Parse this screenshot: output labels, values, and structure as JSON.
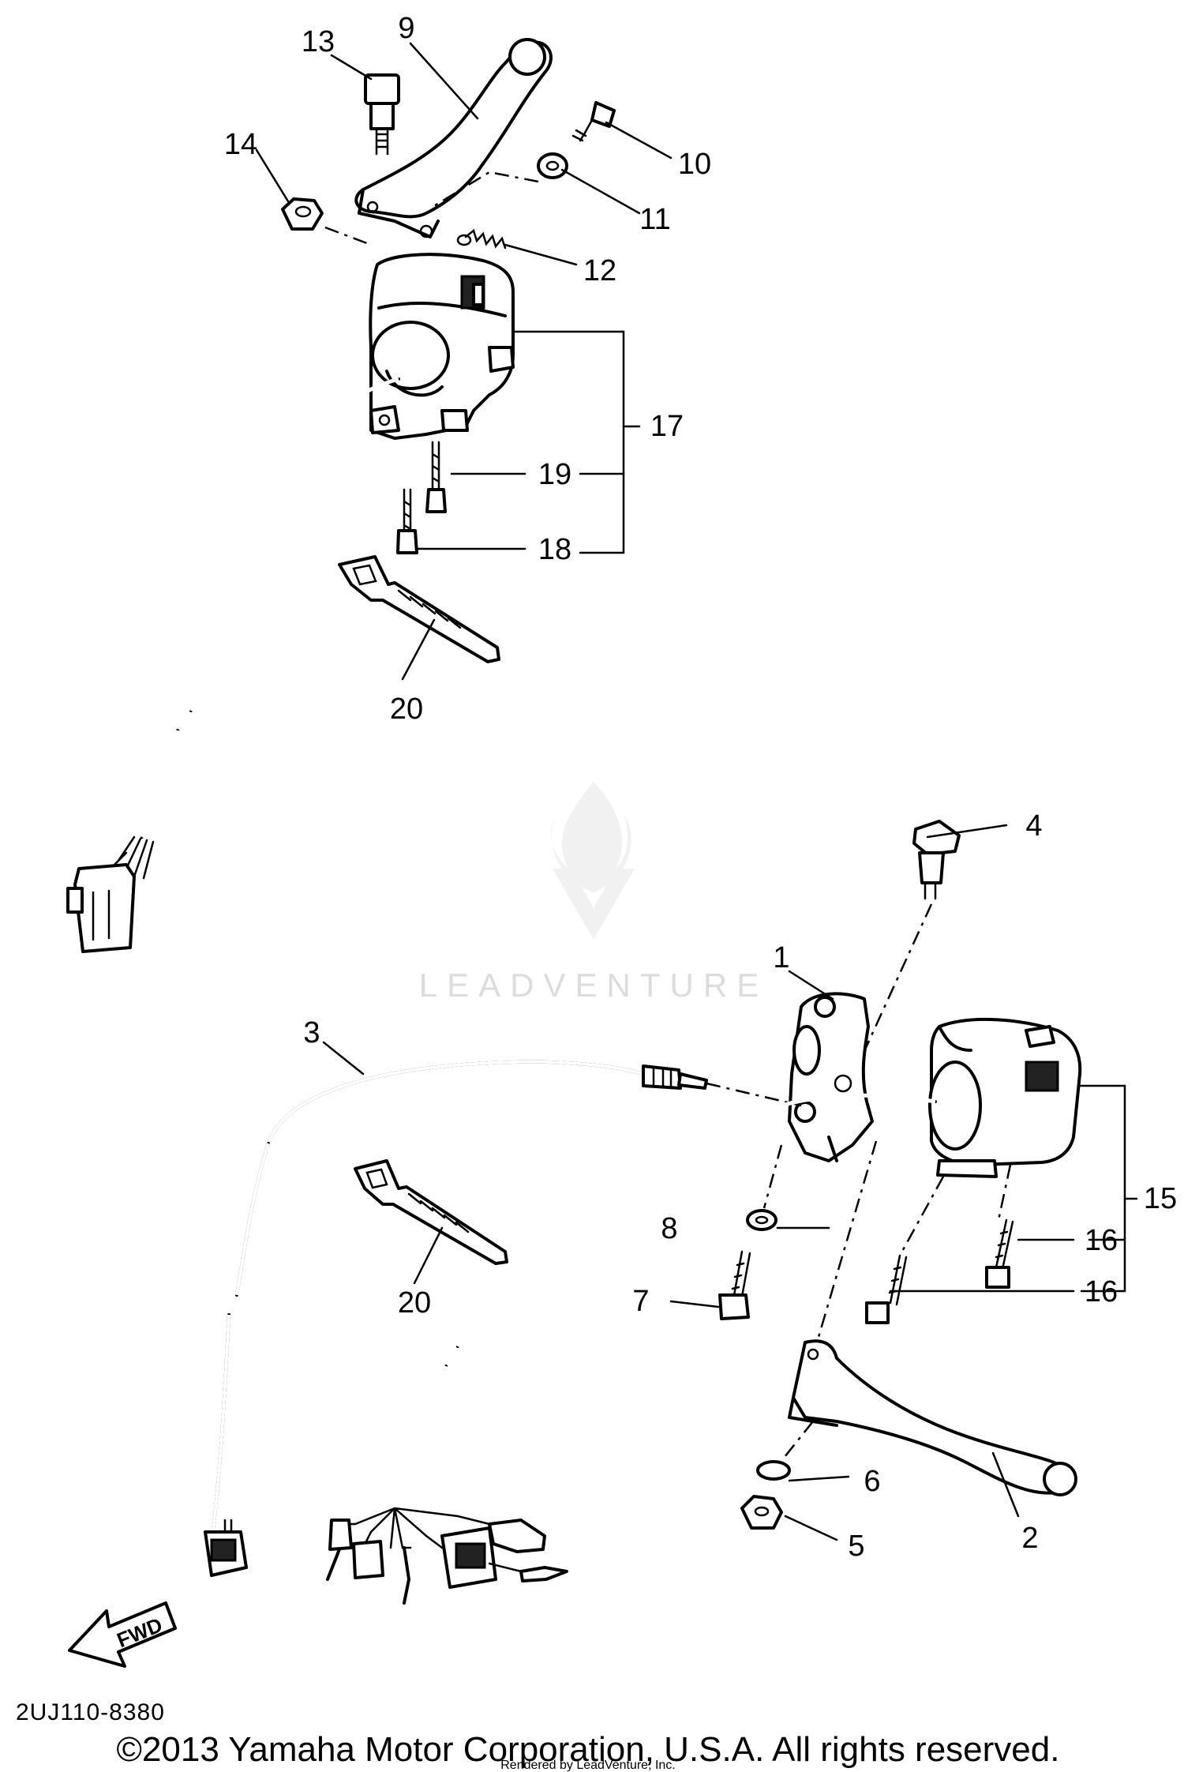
{
  "callouts": {
    "c1": "1",
    "c2": "2",
    "c3": "3",
    "c4": "4",
    "c5": "5",
    "c6": "6",
    "c7": "7",
    "c8": "8",
    "c9": "9",
    "c10": "10",
    "c11": "11",
    "c12": "12",
    "c13": "13",
    "c14": "14",
    "c15": "15",
    "c16a": "16",
    "c16b": "16",
    "c17": "17",
    "c18": "18",
    "c19": "19",
    "c20a": "20",
    "c20b": "20"
  },
  "fwd_label": "FWD",
  "diagram_code": "2UJ110-8380",
  "copyright": "©2013 Yamaha Motor Corporation, U.S.A. All rights reserved.",
  "rendered_by": "Rendered by LeadVenture, Inc.",
  "watermark": "LEADVENTURE",
  "colors": {
    "ink": "#000000",
    "background": "#ffffff",
    "watermark": "#dcdcdc"
  }
}
